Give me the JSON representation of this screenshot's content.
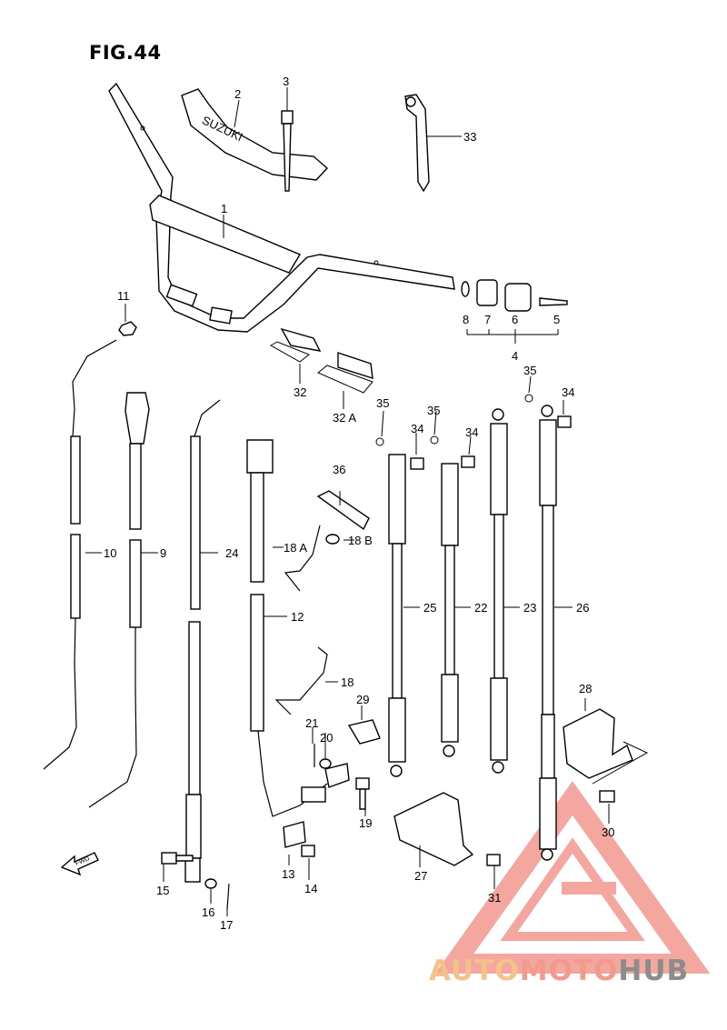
{
  "figure": {
    "title": "FIG.44"
  },
  "handlebar_text": "SUZUKI",
  "fwd_label": "FWD",
  "callouts": [
    "1",
    "2",
    "3",
    "4",
    "5",
    "6",
    "7",
    "8",
    "9",
    "10",
    "11",
    "12",
    "13",
    "14",
    "15",
    "16",
    "17",
    "18",
    "18 A",
    "18 B",
    "19",
    "20",
    "21",
    "22",
    "23",
    "24",
    "25",
    "26",
    "27",
    "28",
    "29",
    "30",
    "31",
    "32",
    "32 A",
    "33",
    "34",
    "34",
    "34",
    "35",
    "35",
    "35",
    "36"
  ],
  "watermark": {
    "part1": "AUTO",
    "part2": "MOTO",
    "part3": "HUB"
  },
  "colors": {
    "ink": "#000000",
    "watermark_red": "#f08a80",
    "watermark_orange": "#f6c28c",
    "watermark_gray": "#8c8c8c"
  }
}
